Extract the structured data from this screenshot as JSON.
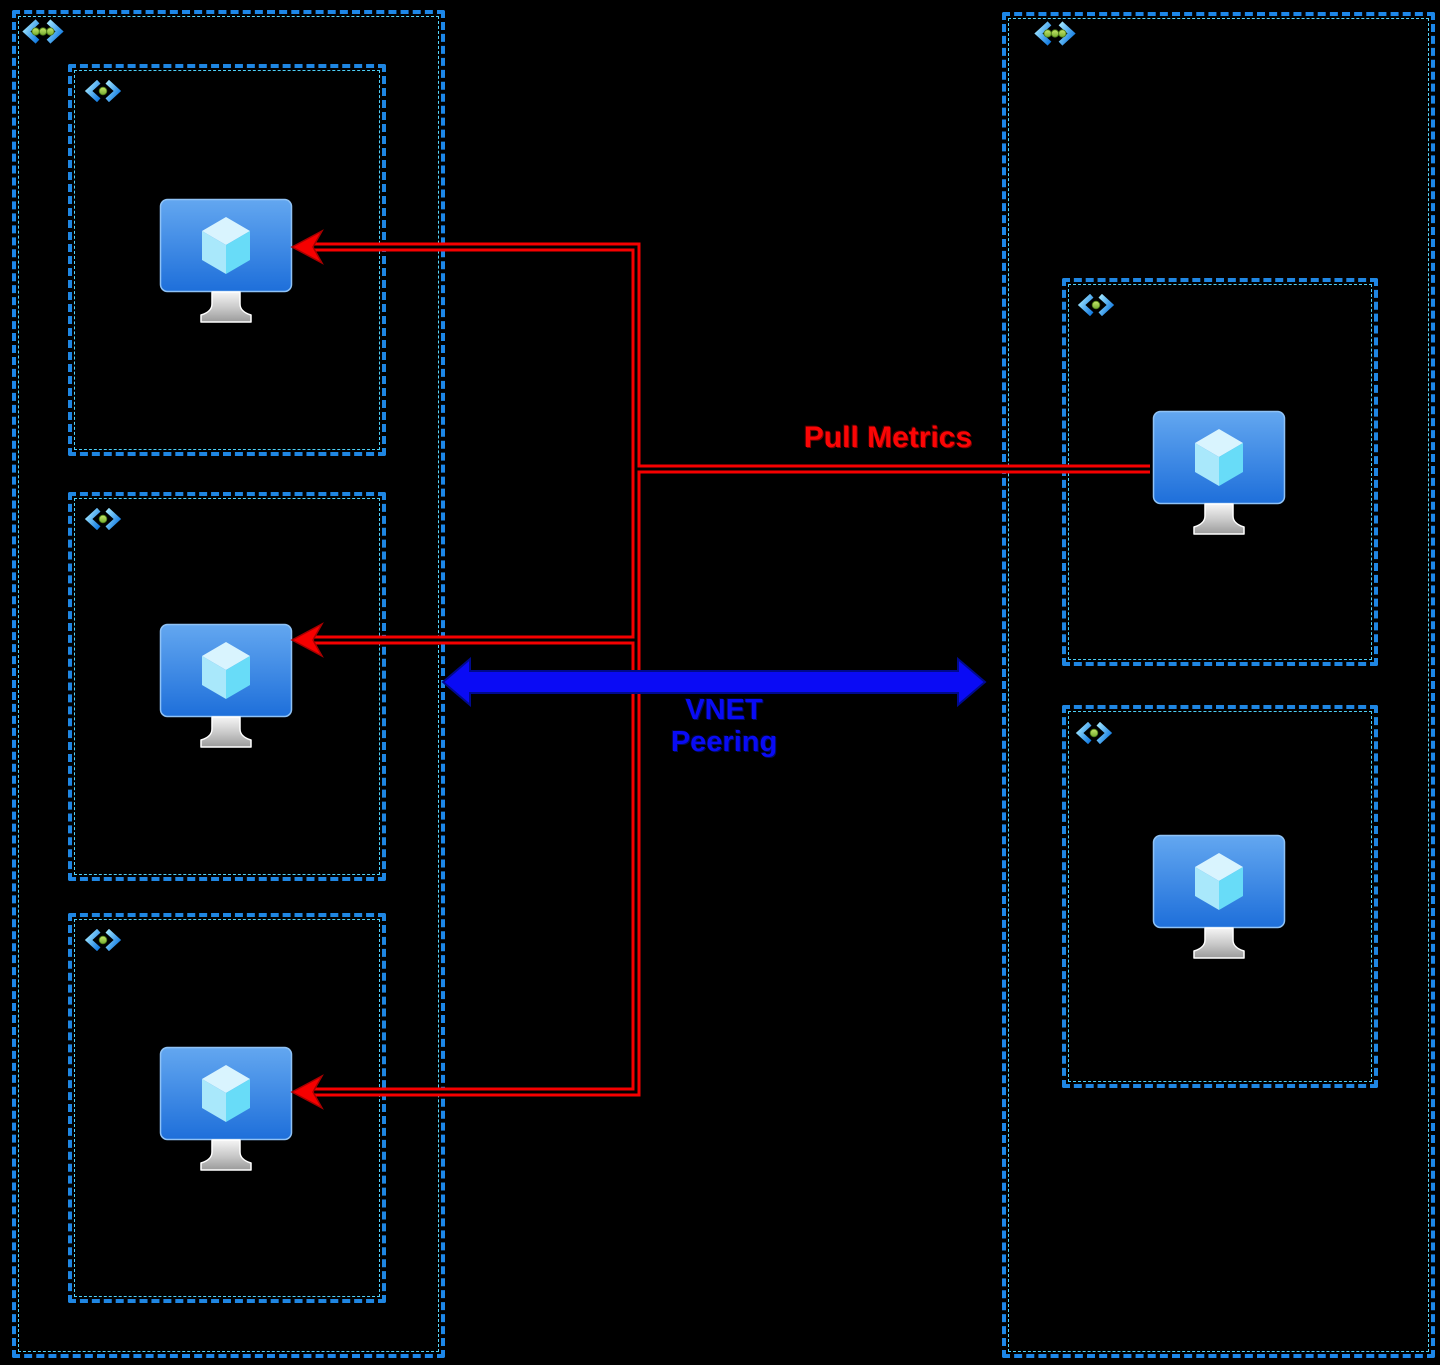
{
  "labels": {
    "pull_metrics": "Pull Metrics",
    "vnet_peering_line1": "VNET",
    "vnet_peering_line2": "Peering"
  },
  "colors": {
    "background": "#000000",
    "pull_metrics_red": "#ff0000",
    "vnet_peering_blue": "#0a0bf5",
    "box_border_blue": "#1d87e8",
    "box_border_cyan": "#55d2f8",
    "vm_screen_blue_top": "#5fa4f0",
    "vm_screen_blue_bottom": "#1f6fd9",
    "vm_cube_cyan": "#8ee3fa",
    "icon_chevron_blue": "#1686ea",
    "icon_dot_green": "#8bc34a"
  },
  "diagram": {
    "vnets": [
      {
        "side": "left",
        "icon": "virtual-network-icon",
        "subnets": [
          {
            "icon": "subnet-icon",
            "vms": [
              {
                "icon": "virtual-machine-icon"
              }
            ]
          },
          {
            "icon": "subnet-icon",
            "vms": [
              {
                "icon": "virtual-machine-icon"
              }
            ]
          },
          {
            "icon": "subnet-icon",
            "vms": [
              {
                "icon": "virtual-machine-icon"
              }
            ]
          }
        ]
      },
      {
        "side": "right",
        "icon": "virtual-network-icon",
        "subnets": [
          {
            "icon": "subnet-icon",
            "vms": [
              {
                "icon": "virtual-machine-icon"
              }
            ]
          },
          {
            "icon": "subnet-icon",
            "vms": [
              {
                "icon": "virtual-machine-icon"
              }
            ]
          }
        ]
      }
    ],
    "connectors": [
      {
        "name": "pull-metrics",
        "label": "Pull Metrics",
        "color": "#ff0000",
        "style": "double-stroke-line",
        "from": "right-vnet-top-subnet-vm",
        "to": [
          "left-subnet-1-vm",
          "left-subnet-2-vm",
          "left-subnet-3-vm"
        ],
        "arrowheads": "pointing-into-left-vms"
      },
      {
        "name": "vnet-peering",
        "label": "VNET Peering",
        "color": "#0a0bf5",
        "style": "double-headed-arrow",
        "between": [
          "left-vnet",
          "right-vnet"
        ]
      }
    ]
  }
}
